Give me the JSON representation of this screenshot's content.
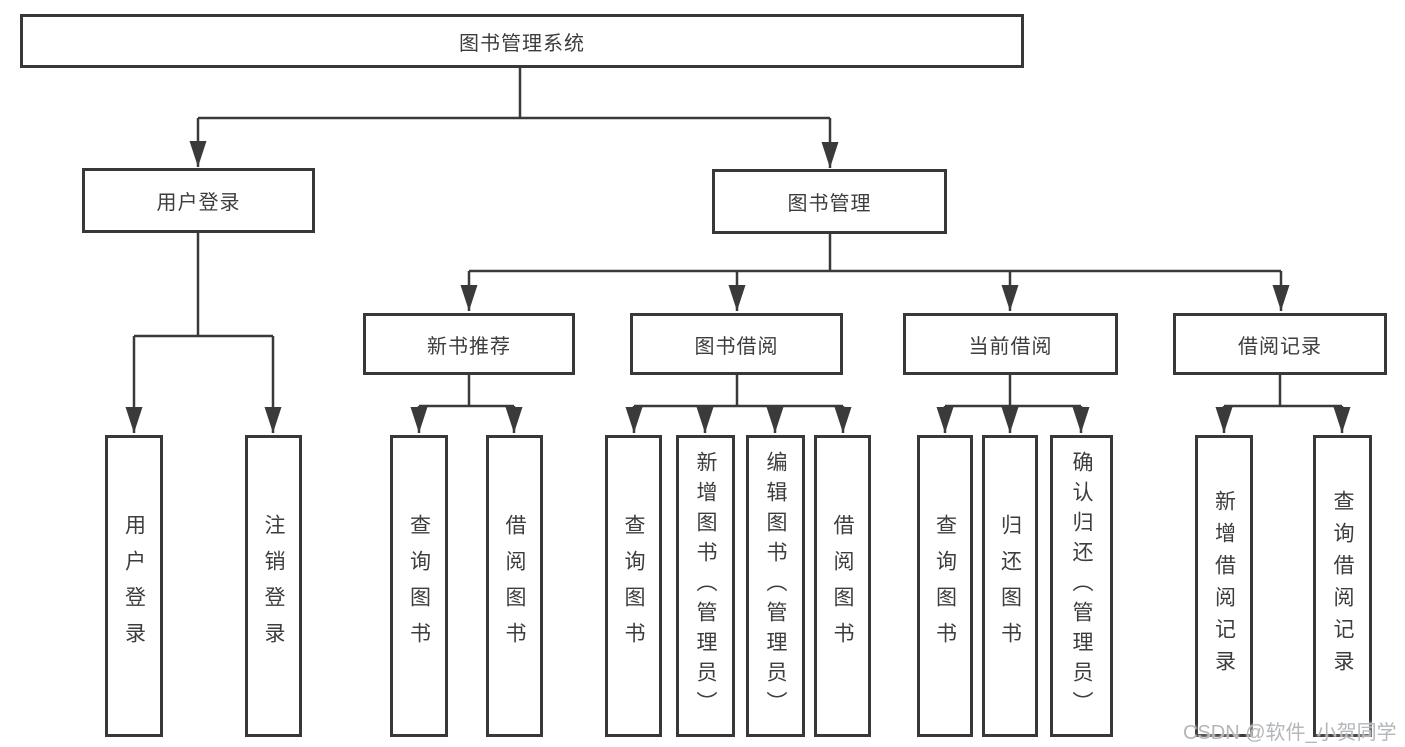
{
  "tree": {
    "root": {
      "label": "图书管理系统"
    },
    "branches": [
      {
        "label": "用户登录",
        "children": [
          {
            "label": "用户登录"
          },
          {
            "label": "注销登录"
          }
        ]
      },
      {
        "label": "图书管理",
        "children": [
          {
            "label": "新书推荐",
            "children": [
              {
                "label": "查询图书"
              },
              {
                "label": "借阅图书"
              }
            ]
          },
          {
            "label": "图书借阅",
            "children": [
              {
                "label": "查询图书"
              },
              {
                "label": "新增图书（管理员）"
              },
              {
                "label": "编辑图书（管理员）"
              },
              {
                "label": "借阅图书"
              }
            ]
          },
          {
            "label": "当前借阅",
            "children": [
              {
                "label": "查询图书"
              },
              {
                "label": "归还图书"
              },
              {
                "label": "确认归还（管理员）"
              }
            ]
          },
          {
            "label": "借阅记录",
            "children": [
              {
                "label": "新增借阅记录"
              },
              {
                "label": "查询借阅记录"
              }
            ]
          }
        ]
      }
    ]
  },
  "watermark": {
    "text": "CSDN @软件_小贺同学"
  },
  "colors": {
    "line": "#3a3a3a",
    "box_border": "#383838",
    "text": "#3d3d3d",
    "watermark": "#b4b7ba",
    "background": "#ffffff"
  }
}
